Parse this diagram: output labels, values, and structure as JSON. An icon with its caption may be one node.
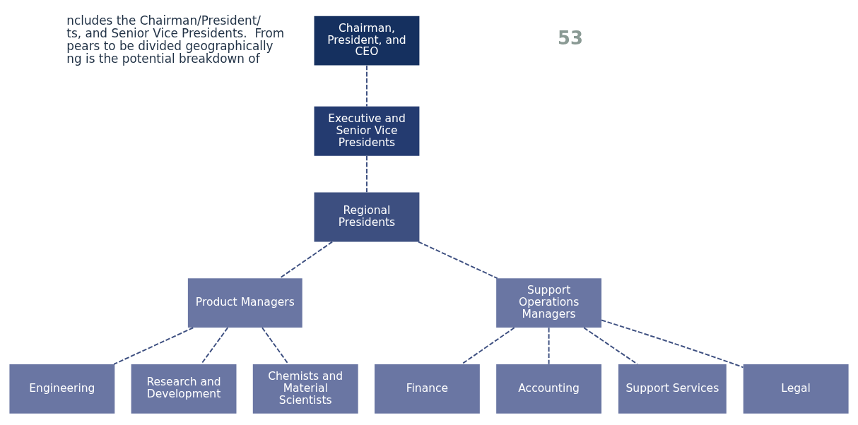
{
  "diagram": {
    "nodes": [
      {
        "text": [
          "Chairman, President, and CEO"
        ]
      },
      {
        "text": [
          "Executive and Senior Vice Presidents"
        ]
      },
      {
        "text": [
          "Regional Presidents"
        ]
      },
      {
        "text": [
          "Product Managers"
        ]
      },
      {
        "text": [
          "Support Operations Managers"
        ]
      },
      {
        "text": [
          "Engineering"
        ]
      },
      {
        "text": [
          "Research and Development"
        ]
      },
      {
        "text": [
          "Chemists and Material Scientists"
        ]
      },
      {
        "text": [
          "Finance"
        ]
      },
      {
        "text": [
          "Accounting"
        ]
      },
      {
        "text": [
          "Support Services"
        ]
      },
      {
        "text": [
          "Legal"
        ]
      }
    ],
    "edges": [
      {
        "from": 0,
        "to": 1,
        "arrow": "none",
        "style": "dashed"
      },
      {
        "from": 1,
        "to": 2,
        "arrow": "none",
        "style": "dashed"
      },
      {
        "from": 2,
        "to": 3,
        "arrow": "none",
        "style": "dashed"
      },
      {
        "from": 2,
        "to": 4,
        "arrow": "none",
        "style": "dashed"
      },
      {
        "from": 3,
        "to": 5,
        "arrow": "none",
        "style": "dashed"
      },
      {
        "from": 3,
        "to": 6,
        "arrow": "none",
        "style": "dashed"
      },
      {
        "from": 3,
        "to": 7,
        "arrow": "none",
        "style": "dashed"
      },
      {
        "from": 4,
        "to": 8,
        "arrow": "none",
        "style": "dashed"
      },
      {
        "from": 4,
        "to": 9,
        "arrow": "none",
        "style": "dashed"
      },
      {
        "from": 4,
        "to": 10,
        "arrow": "none",
        "style": "dashed"
      },
      {
        "from": 4,
        "to": 11,
        "arrow": "none",
        "style": "dashed"
      }
    ],
    "labels": [
      "ncludes the Chairman/President/",
      "ts, and Senior Vice Presidents.  From",
      "pears to be divided geographically",
      "ng is the potential breakdown of",
      "53"
    ]
  }
}
